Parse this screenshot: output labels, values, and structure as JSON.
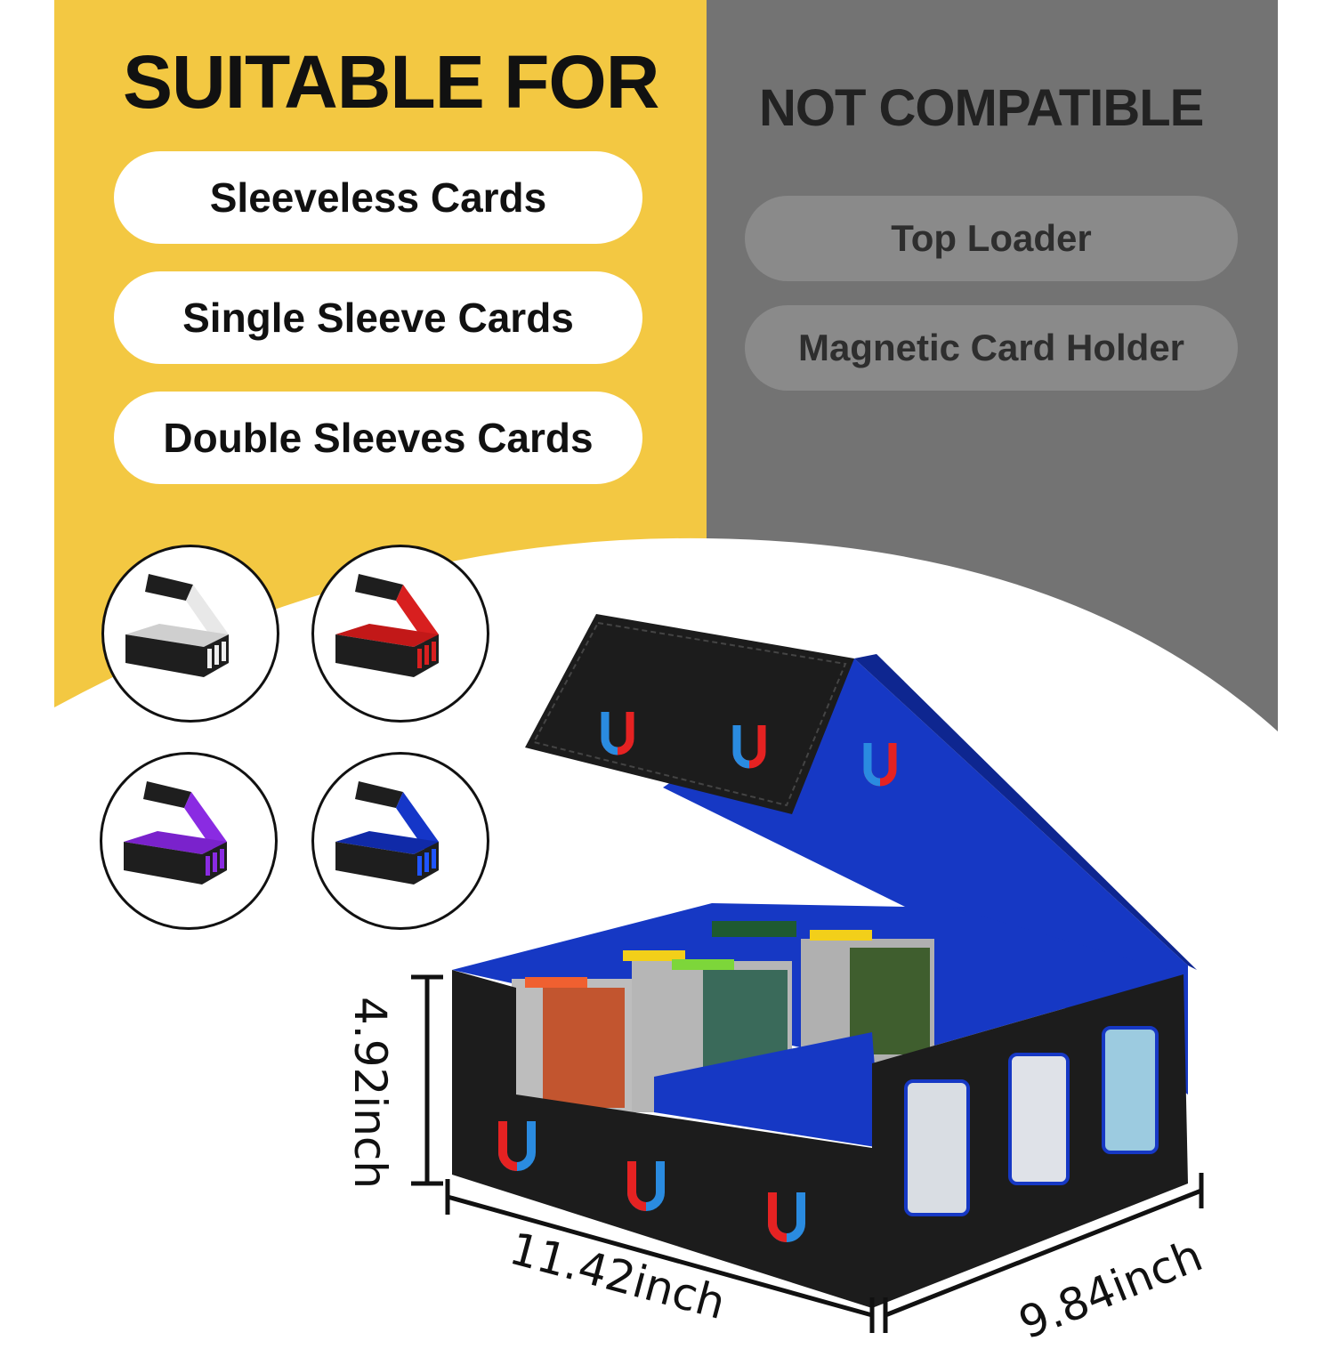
{
  "suitable": {
    "heading": "SUITABLE FOR",
    "items": [
      "Sleeveless Cards",
      "Single Sleeve Cards",
      "Double Sleeves Cards"
    ]
  },
  "not_compatible": {
    "heading": "NOT COMPATIBLE",
    "items": [
      "Top Loader",
      "Magnetic Card Holder"
    ]
  },
  "color_options": [
    {
      "name": "white-interior",
      "interior": "#e6e6e6"
    },
    {
      "name": "red-interior",
      "interior": "#d81f1f"
    },
    {
      "name": "purple-interior",
      "interior": "#8a2be2"
    },
    {
      "name": "blue-interior",
      "interior": "#1536c8"
    }
  ],
  "dimensions": {
    "height": "4.92inch",
    "length": "11.42inch",
    "width": "9.84inch"
  },
  "colors": {
    "yellow_panel": "#f3c842",
    "gray_panel": "#737373",
    "box_exterior": "#1c1c1c",
    "box_interior": "#1536c8"
  }
}
